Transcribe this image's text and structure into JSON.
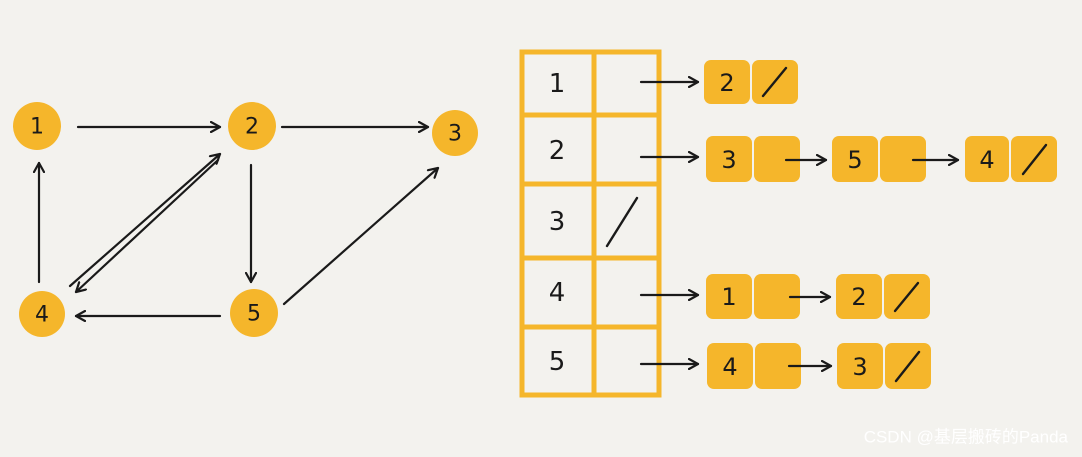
{
  "graph": {
    "vertices": [
      "1",
      "2",
      "3",
      "4",
      "5"
    ],
    "edges": [
      {
        "from": "1",
        "to": "2"
      },
      {
        "from": "2",
        "to": "3"
      },
      {
        "from": "2",
        "to": "5"
      },
      {
        "from": "2",
        "to": "4"
      },
      {
        "from": "4",
        "to": "2"
      },
      {
        "from": "4",
        "to": "1"
      },
      {
        "from": "5",
        "to": "4"
      },
      {
        "from": "5",
        "to": "3"
      }
    ]
  },
  "adjacency_list": {
    "rows": [
      {
        "vertex": "1",
        "list": [
          "2"
        ]
      },
      {
        "vertex": "2",
        "list": [
          "3",
          "5",
          "4"
        ]
      },
      {
        "vertex": "3",
        "list": []
      },
      {
        "vertex": "4",
        "list": [
          "1",
          "2"
        ]
      },
      {
        "vertex": "5",
        "list": [
          "4",
          "3"
        ]
      }
    ],
    "null_symbol": "/"
  },
  "watermark": "CSDN @基层搬砖的Panda",
  "colors": {
    "node_fill": "#f5b62b",
    "table_stroke": "#f5b62b",
    "ink": "#1a1a1a",
    "background": "#f3f2ee"
  }
}
